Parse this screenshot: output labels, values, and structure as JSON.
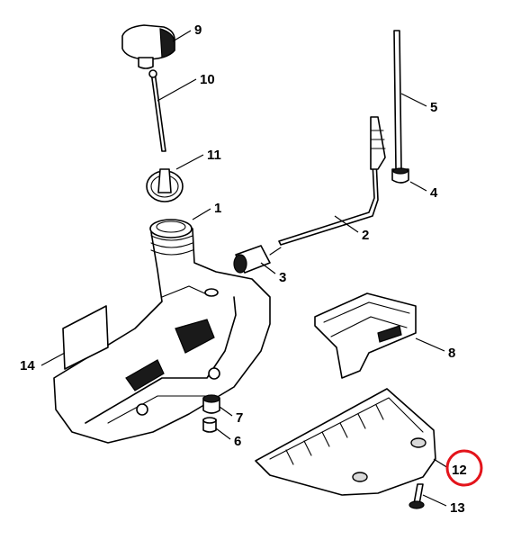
{
  "callouts": {
    "c1": "1",
    "c2": "2",
    "c3": "3",
    "c4": "4",
    "c5": "5",
    "c6": "6",
    "c7": "7",
    "c8": "8",
    "c9": "9",
    "c10": "10",
    "c11": "11",
    "c12": "12",
    "c13": "13",
    "c14": "14"
  },
  "highlighted_callout": "12",
  "colors": {
    "line": "#000000",
    "background": "#ffffff",
    "highlight_circle": "#e3141b"
  }
}
